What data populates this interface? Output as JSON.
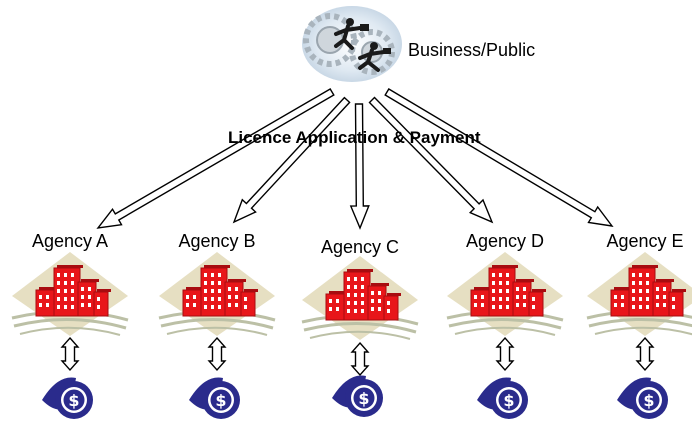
{
  "source": {
    "label": "Business/Public",
    "icon": "business-people-gears-icon"
  },
  "flow_label": "Licence Application & Payment",
  "agencies": [
    {
      "label": "Agency A",
      "building_icon": "building-icon",
      "payment_icon": "dollar-payment-icon"
    },
    {
      "label": "Agency B",
      "building_icon": "building-icon",
      "payment_icon": "dollar-payment-icon"
    },
    {
      "label": "Agency C",
      "building_icon": "building-icon",
      "payment_icon": "dollar-payment-icon"
    },
    {
      "label": "Agency D",
      "building_icon": "building-icon",
      "payment_icon": "dollar-payment-icon"
    },
    {
      "label": "Agency E",
      "building_icon": "building-icon",
      "payment_icon": "dollar-payment-icon"
    }
  ],
  "colors": {
    "building": "#e8161a",
    "building_dark": "#a80c10",
    "window": "#ffffff",
    "diamond": "#e6dfc2",
    "swoosh": "#bcc0a6",
    "coin": "#2a2b8c",
    "arrow_stroke": "#000000",
    "arrow_fill": "#ffffff"
  }
}
